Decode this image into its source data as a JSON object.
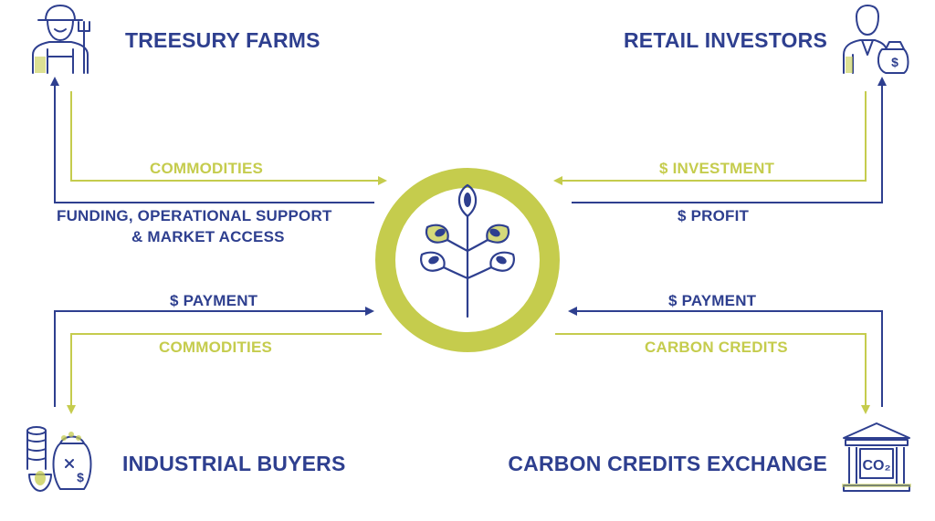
{
  "colors": {
    "navy": "#2e3f8f",
    "lime": "#c5cc4d",
    "icon_stroke": "#2e3f8f",
    "icon_fill": "#c5cc4d"
  },
  "nodes": {
    "farms": {
      "title": "TREESURY FARMS",
      "icon": "farmer-icon"
    },
    "investors": {
      "title": "RETAIL INVESTORS",
      "icon": "investor-icon"
    },
    "buyers": {
      "title": "INDUSTRIAL BUYERS",
      "icon": "commodities-sacks-icon"
    },
    "exchange": {
      "title": "CARBON CREDITS EXCHANGE",
      "icon": "exchange-building-icon"
    }
  },
  "center": {
    "icon": "plant-icon"
  },
  "flows": {
    "farms_in": "COMMODITIES",
    "farms_out_line1": "FUNDING, OPERATIONAL SUPPORT",
    "farms_out_line2": "& MARKET ACCESS",
    "investors_in": "$ INVESTMENT",
    "investors_out": "$ PROFIT",
    "buyers_in": "$ PAYMENT",
    "buyers_out": "COMMODITIES",
    "exchange_in": "$ PAYMENT",
    "exchange_out": "CARBON CREDITS",
    "exchange_icon_text": "CO₂"
  }
}
